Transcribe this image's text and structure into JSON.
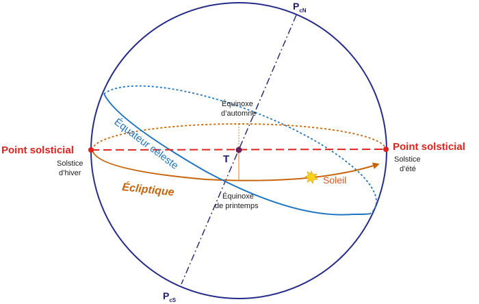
{
  "labels": {
    "pole_north": "P",
    "pole_north_sub": "cN",
    "pole_south": "P",
    "pole_south_sub": "cS",
    "solstice_point_left": "Point solsticial",
    "solstice_point_right": "Point solsticial",
    "winter_solstice_line1": "Solstice",
    "winter_solstice_line2": "d’hiver",
    "summer_solstice_line1": "Solstice",
    "summer_solstice_line2": "d’été",
    "autumn_equinox_line1": "Équinoxe",
    "autumn_equinox_line2": "d’automne",
    "spring_equinox_line1": "Équinoxe",
    "spring_equinox_line2": "de printemps",
    "celestial_equator": "Équateur céleste",
    "ecliptic": "Écliptique",
    "sun": "Soleil",
    "earth": "T"
  },
  "colors": {
    "sphere": "#232a8a",
    "axis": "#2a2a7a",
    "equator": "#1d74c2",
    "ecliptic": "#c8640a",
    "solstice_line": "#e2211c",
    "sun": "#f7d21a"
  },
  "icons": {
    "sun": "sun-icon",
    "earth": "earth-dot-icon"
  }
}
